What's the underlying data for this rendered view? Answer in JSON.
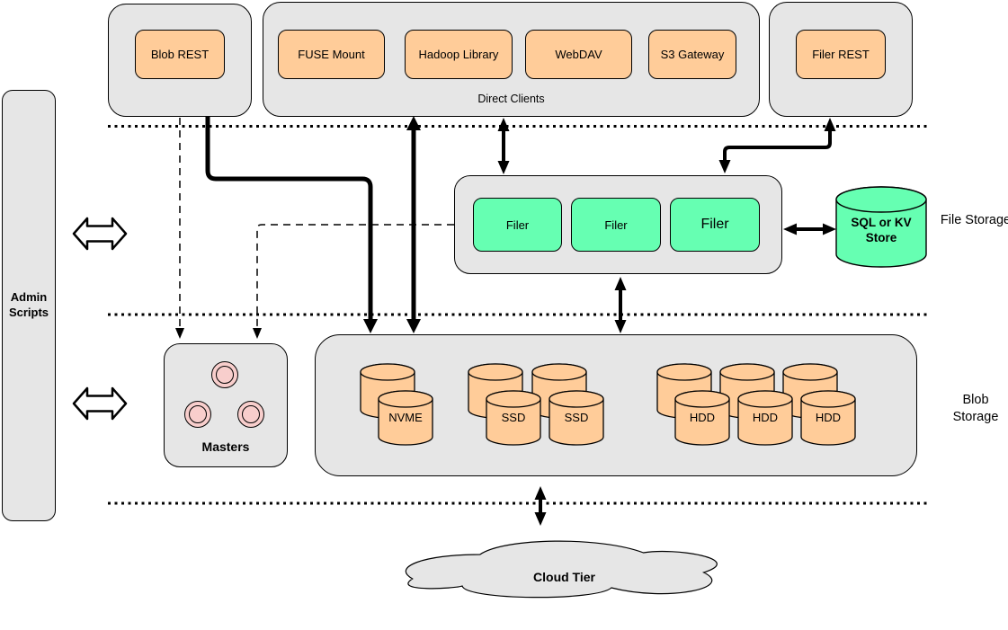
{
  "colors": {
    "canvas-bg": "#FFFFFF",
    "container-gray": "#E6E6E6",
    "box-orange": "#FFCC99",
    "box-green": "#66FFB2",
    "circle-pink": "#F8CECC",
    "cloud-gray": "#E6E6E6",
    "stroke-black": "#000000"
  },
  "admin_scripts": {
    "label": "Admin Scripts"
  },
  "clients": {
    "blob_rest": "Blob REST",
    "direct": {
      "label": "Direct Clients",
      "items": [
        "FUSE Mount",
        "Hadoop Library",
        "WebDAV",
        "S3 Gateway"
      ]
    },
    "filer_rest": "Filer REST"
  },
  "file_storage": {
    "tier_label": "File Storage",
    "filers": [
      "Filer",
      "Filer",
      "Filer"
    ],
    "kv_store": "SQL or KV Store"
  },
  "blob_storage": {
    "tier_label": "Blob Storage",
    "masters_label": "Masters",
    "volume_groups": [
      {
        "type": "NVME",
        "labels": [
          "NVME"
        ]
      },
      {
        "type": "SSD",
        "labels": [
          "SSD",
          "SSD"
        ]
      },
      {
        "type": "HDD",
        "labels": [
          "HDD",
          "HDD",
          "HDD"
        ]
      }
    ]
  },
  "cloud": {
    "label": "Cloud Tier"
  }
}
